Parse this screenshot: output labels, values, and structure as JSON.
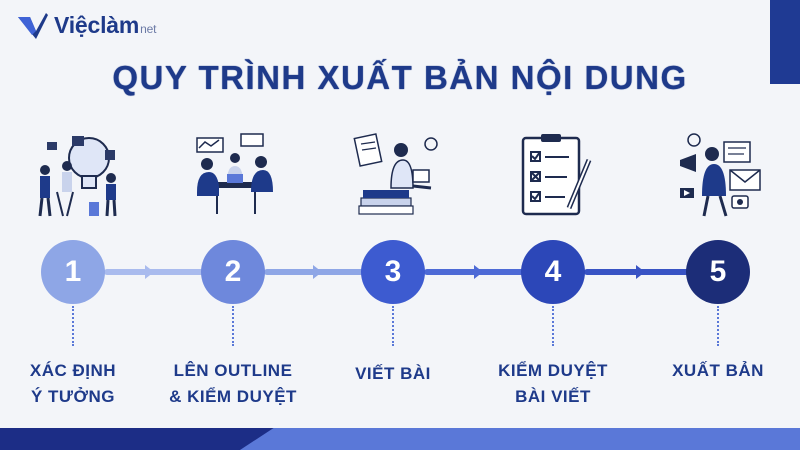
{
  "brand": {
    "name": "Việclàm",
    "suffix": "net"
  },
  "title": "QUY TRÌNH XUẤT BẢN NỘI DUNG",
  "steps": [
    {
      "number": "1",
      "line1": "XÁC ĐỊNH",
      "line2": "Ý TƯỞNG",
      "color": "#8ea6e6",
      "illustration": "brainstorm-people-lightbulb"
    },
    {
      "number": "2",
      "line1": "LÊN OUTLINE",
      "line2": "& KIỂM DUYỆT",
      "color": "#6e88dc",
      "illustration": "team-meeting-table"
    },
    {
      "number": "3",
      "line1": "VIẾT BÀI",
      "line2": "",
      "color": "#3d5bd0",
      "illustration": "writer-on-books"
    },
    {
      "number": "4",
      "line1": "KIỂM DUYỆT",
      "line2": "BÀI VIẾT",
      "color": "#2c47b8",
      "illustration": "checklist-clipboard"
    },
    {
      "number": "5",
      "line1": "XUẤT BẢN",
      "line2": "",
      "color": "#1c2d78",
      "illustration": "publishing-megaphone"
    }
  ],
  "colors": {
    "primary": "#1e3a8a",
    "background": "#f3f5f9",
    "accent": "#5a78d8"
  }
}
